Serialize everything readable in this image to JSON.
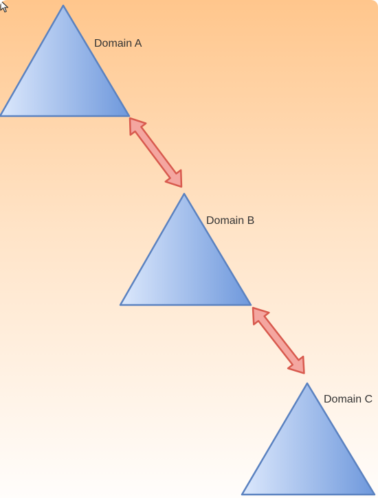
{
  "diagram": {
    "domains": [
      {
        "id": "a",
        "label": "Domain A"
      },
      {
        "id": "b",
        "label": "Domain B"
      },
      {
        "id": "c",
        "label": "Domain C"
      }
    ],
    "connections": [
      {
        "from": "a",
        "to": "b",
        "type": "bidirectional"
      },
      {
        "from": "b",
        "to": "c",
        "type": "bidirectional"
      }
    ]
  },
  "colors": {
    "background_top": "#FFC68C",
    "background_bottom": "#FFFFFF",
    "triangle_fill_light": "#DCE8FC",
    "triangle_fill_dark": "#6E98DC",
    "triangle_stroke": "#5B82C0",
    "arrow_fill": "#F4A6A0",
    "arrow_stroke": "#D85A4E"
  }
}
